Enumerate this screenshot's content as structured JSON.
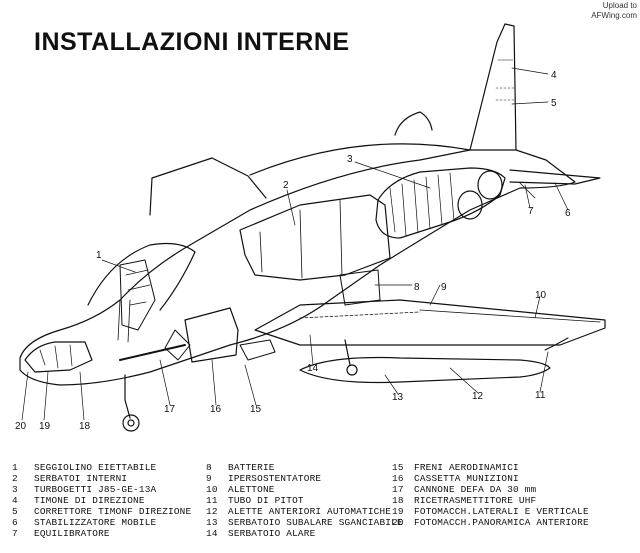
{
  "title": "INSTALLAZIONI INTERNE",
  "credit": {
    "line1": "Upload to",
    "line2": "AFWing.com"
  },
  "callouts": [
    {
      "n": "1"
    },
    {
      "n": "2"
    },
    {
      "n": "3"
    },
    {
      "n": "4"
    },
    {
      "n": "5"
    },
    {
      "n": "6"
    },
    {
      "n": "7"
    },
    {
      "n": "8"
    },
    {
      "n": "9"
    },
    {
      "n": "10"
    },
    {
      "n": "11"
    },
    {
      "n": "12"
    },
    {
      "n": "13"
    },
    {
      "n": "14"
    },
    {
      "n": "15"
    },
    {
      "n": "16"
    },
    {
      "n": "17"
    },
    {
      "n": "18"
    },
    {
      "n": "19"
    },
    {
      "n": "20"
    }
  ],
  "legend": {
    "col1": [
      {
        "n": "1",
        "t": "SEGGIOLINO EIETTABILE"
      },
      {
        "n": "2",
        "t": "SERBATOI INTERNI"
      },
      {
        "n": "3",
        "t": "TURBOGETTI J85-GE-13A"
      },
      {
        "n": "4",
        "t": "TIMONE DI DIREZIONE"
      },
      {
        "n": "5",
        "t": "CORRETTORE TIMONF DIREZIONE"
      },
      {
        "n": "6",
        "t": "STABILIZZATORE MOBILE"
      },
      {
        "n": "7",
        "t": "EQUILIBRATORE"
      }
    ],
    "col2": [
      {
        "n": "8",
        "t": "BATTERIE"
      },
      {
        "n": "9",
        "t": "IPERSOSTENTATORE"
      },
      {
        "n": "10",
        "t": "ALETTONE"
      },
      {
        "n": "11",
        "t": "TUBO DI PITOT"
      },
      {
        "n": "12",
        "t": "ALETTE ANTERIORI AUTOMATICHE"
      },
      {
        "n": "13",
        "t": "SERBATOIO SUBALARE SGANCIABILE"
      },
      {
        "n": "14",
        "t": "SERBATOIO ALARE"
      }
    ],
    "col3": [
      {
        "n": "15",
        "t": "FRENI AERODINAMICI"
      },
      {
        "n": "16",
        "t": "CASSETTA MUNIZIONI"
      },
      {
        "n": "17",
        "t": "CANNONE DEFA DA 30 mm"
      },
      {
        "n": "18",
        "t": "RICETRASMETTITORE UHF"
      },
      {
        "n": "19",
        "t": "FOTOMACCH.LATERALI E VERTICALE"
      },
      {
        "n": "20",
        "t": "FOTOMACCH.PANORAMICA ANTERIORE"
      }
    ]
  }
}
